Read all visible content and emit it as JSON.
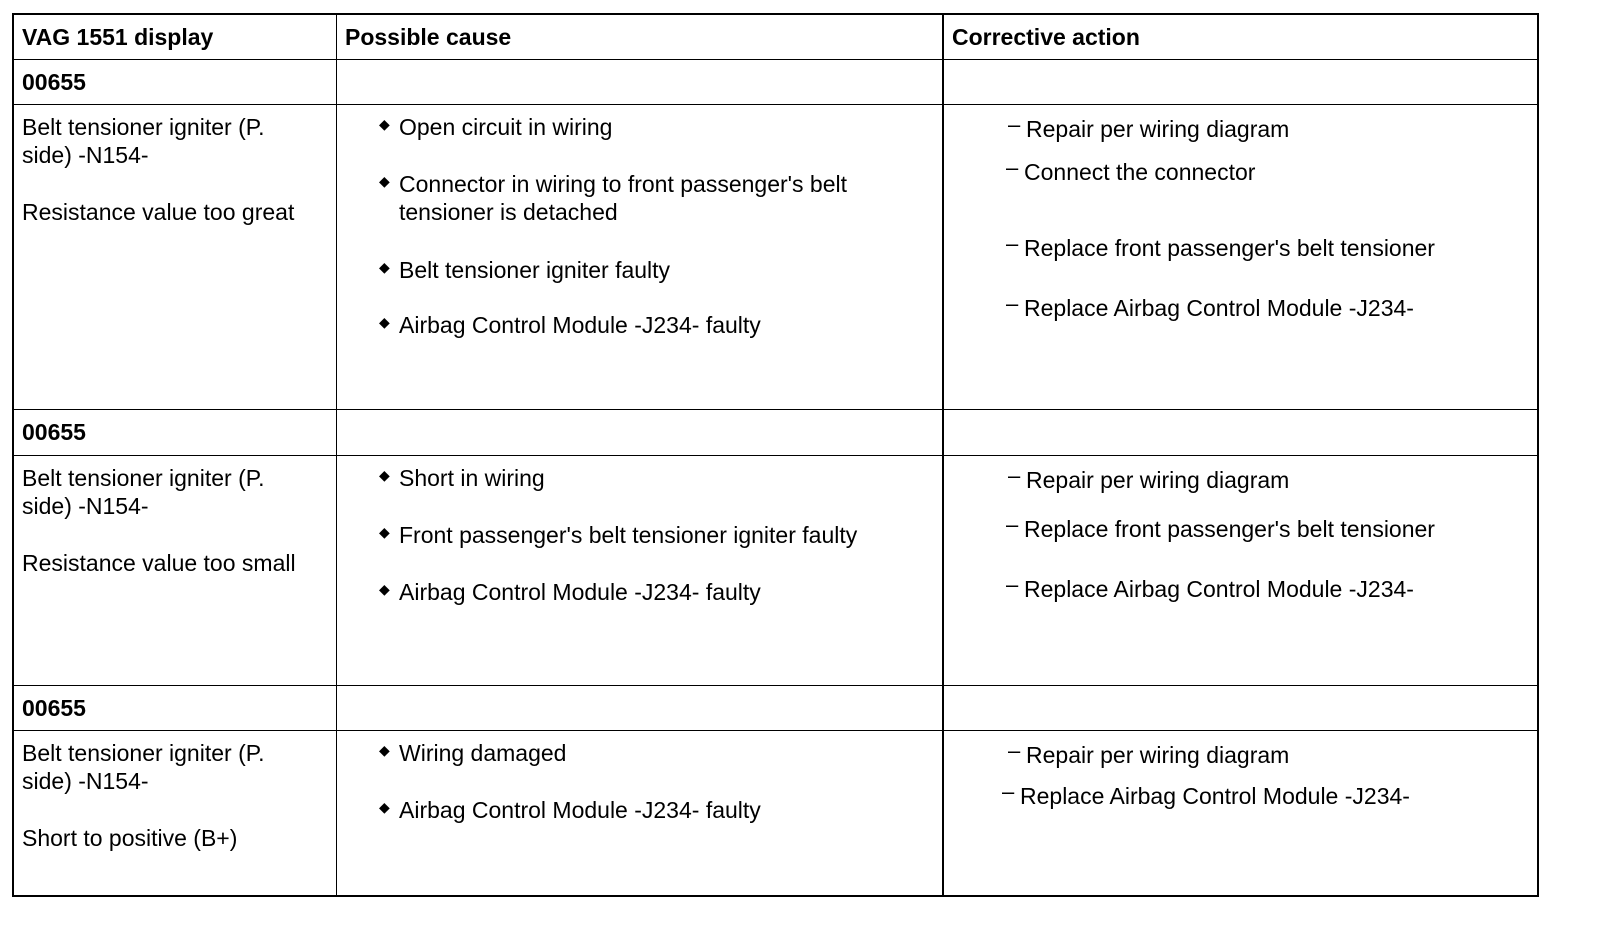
{
  "header": {
    "col1": "VAG 1551 display",
    "col2": "Possible cause",
    "col3": "Corrective action"
  },
  "faults": [
    {
      "code": "00655",
      "display_line1": "Belt tensioner igniter (P.",
      "display_line2": "side) -N154-",
      "display_line3": "Resistance value too great",
      "causes": [
        "Open circuit in wiring",
        "Connector in wiring to front passenger's belt tensioner is detached",
        "Belt tensioner igniter faulty",
        "Airbag Control Module -J234- faulty"
      ],
      "actions": [
        "Repair per wiring diagram",
        "Connect the connector",
        "Replace front passenger's belt tensioner",
        "Replace Airbag Control Module -J234-"
      ]
    },
    {
      "code": "00655",
      "display_line1": "Belt tensioner igniter (P.",
      "display_line2": "side) -N154-",
      "display_line3": "Resistance value too small",
      "causes": [
        "Short in wiring",
        "Front passenger's belt tensioner igniter faulty",
        "Airbag Control Module -J234- faulty"
      ],
      "actions": [
        "Repair per wiring diagram",
        "Replace front passenger's belt tensioner",
        "Replace Airbag Control Module -J234-"
      ]
    },
    {
      "code": "00655",
      "display_line1": "Belt tensioner igniter (P.",
      "display_line2": "side) -N154-",
      "display_line3": "Short to positive (B+)",
      "causes": [
        "Wiring damaged",
        "Airbag Control Module -J234- faulty"
      ],
      "actions": [
        "Repair per wiring diagram",
        "Replace Airbag Control Module -J234-"
      ]
    }
  ]
}
